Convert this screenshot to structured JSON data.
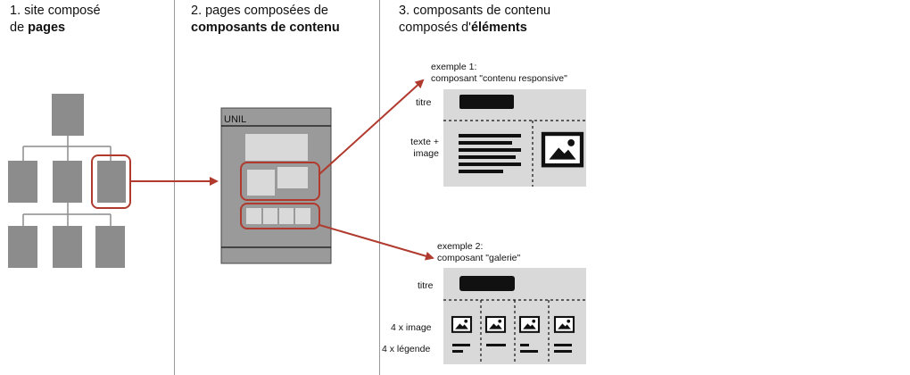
{
  "columns": {
    "c1": {
      "line1": "1. site composé",
      "line2_prefix": "de ",
      "line2_bold": "pages"
    },
    "c2": {
      "line1": "2. pages composées de",
      "line2_bold": "composants de contenu"
    },
    "c3": {
      "line1": "3. composants de contenu",
      "line2_prefix": "composés d'",
      "line2_bold": "éléments"
    }
  },
  "page_mock": {
    "brand": "UNIL"
  },
  "example1": {
    "heading_line1": "exemple 1:",
    "heading_line2": "composant \"contenu responsive\"",
    "label_title": "titre",
    "label_text_line1": "texte +",
    "label_text_line2": "image"
  },
  "example2": {
    "heading_line1": "exemple 2:",
    "heading_line2": "composant \"galerie\"",
    "label_title": "titre",
    "label_images": "4 x image",
    "label_captions": "4 x légende"
  },
  "colors": {
    "node": "#8c8c8c",
    "page_bg": "#9a9a9a",
    "panel_bg": "#d9d9d9",
    "highlight": "#b03a2e",
    "divider": "#999999"
  }
}
